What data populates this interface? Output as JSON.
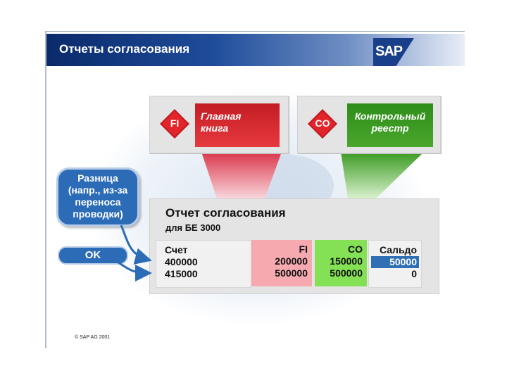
{
  "slide": {
    "title": "Отчеты согласования",
    "logo": "SAP",
    "copyright": "© SAP AG 2001"
  },
  "modules": [
    {
      "code": "FI",
      "name_line1": "Главная",
      "name_line2": "книга",
      "color": "#e2252b"
    },
    {
      "code": "CO",
      "name_line1": "Контрольный",
      "name_line2": "реестр",
      "color": "#3f9b25"
    }
  ],
  "report": {
    "title": "Отчет согласования",
    "subtitle": "для БЕ 3000",
    "columns": [
      "Счет",
      "FI",
      "CO",
      "Сальдо"
    ],
    "rows": [
      {
        "account": "400000",
        "fi": "200000",
        "co": "150000",
        "balance": "50000",
        "highlighted": true
      },
      {
        "account": "415000",
        "fi": "500000",
        "co": "500000",
        "balance": "0",
        "highlighted": false
      }
    ]
  },
  "callout": {
    "line1": "Разница",
    "line2": "(напр., из-за",
    "line3": "переноса",
    "line4": "проводки)"
  },
  "ok_label": "OK",
  "colors": {
    "accent": "#2c6bb5",
    "fi": "#f6aab0",
    "co": "#84e054",
    "title_bar": "#0a2a6a"
  }
}
